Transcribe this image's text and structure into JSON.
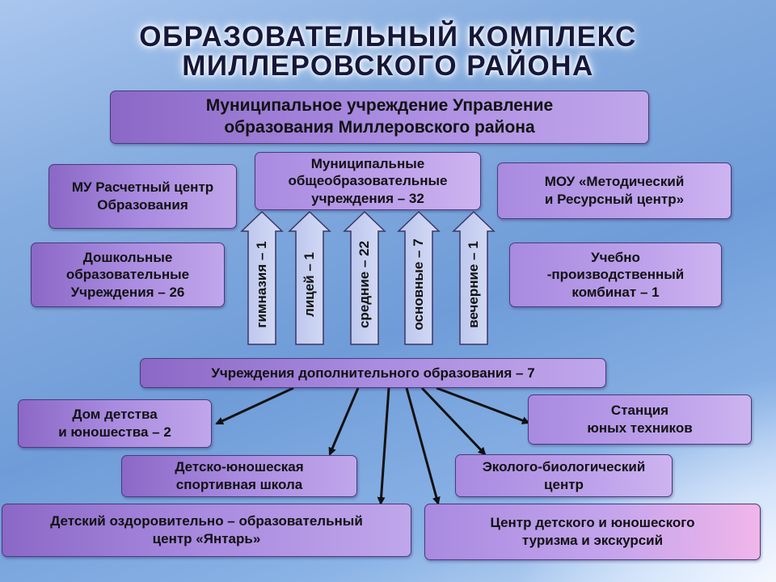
{
  "title": {
    "line1": "ОБРАЗОВАТЕЛЬНЫЙ КОМПЛЕКС",
    "line2": "МИЛЛЕРОВСКОГО РАЙОНА"
  },
  "boxes": {
    "management": "Муниципальное учреждение Управление\nобразования Миллеровского района",
    "calc_center": "МУ Расчетный центр\nОбразования",
    "general_schools": "Муниципальные\nобщеобразовательные\nучреждения – 32",
    "method_center": "МОУ «Методический\nи Ресурсный центр»",
    "preschool": "Дошкольные\nобразовательные\nУчреждения – 26",
    "production": "Учебно\n-производственный\nкомбинат – 1",
    "additional": "Учреждения  дополнительного образования – 7",
    "house_children": "Дом детства\nи юношества – 2",
    "young_tech": "Станция\nюных техников",
    "sport_school": "Детско-юношеская\nспортивная школа",
    "eco_center": "Эколого-биологический\nцентр",
    "yantar": "Детский оздоровительно – образовательный\nцентр  «Янтарь»",
    "tourism": "Центр детского и юношеского\nтуризма и экскурсий"
  },
  "school_types": [
    "гимназия – 1",
    "лицей – 1",
    "средние – 22",
    "основные – 7",
    "вечерние – 1"
  ],
  "colors": {
    "box_start": "#8b68c6",
    "box_end": "#c0a6ea",
    "border": "#4a3a78",
    "title": "#15173a"
  }
}
